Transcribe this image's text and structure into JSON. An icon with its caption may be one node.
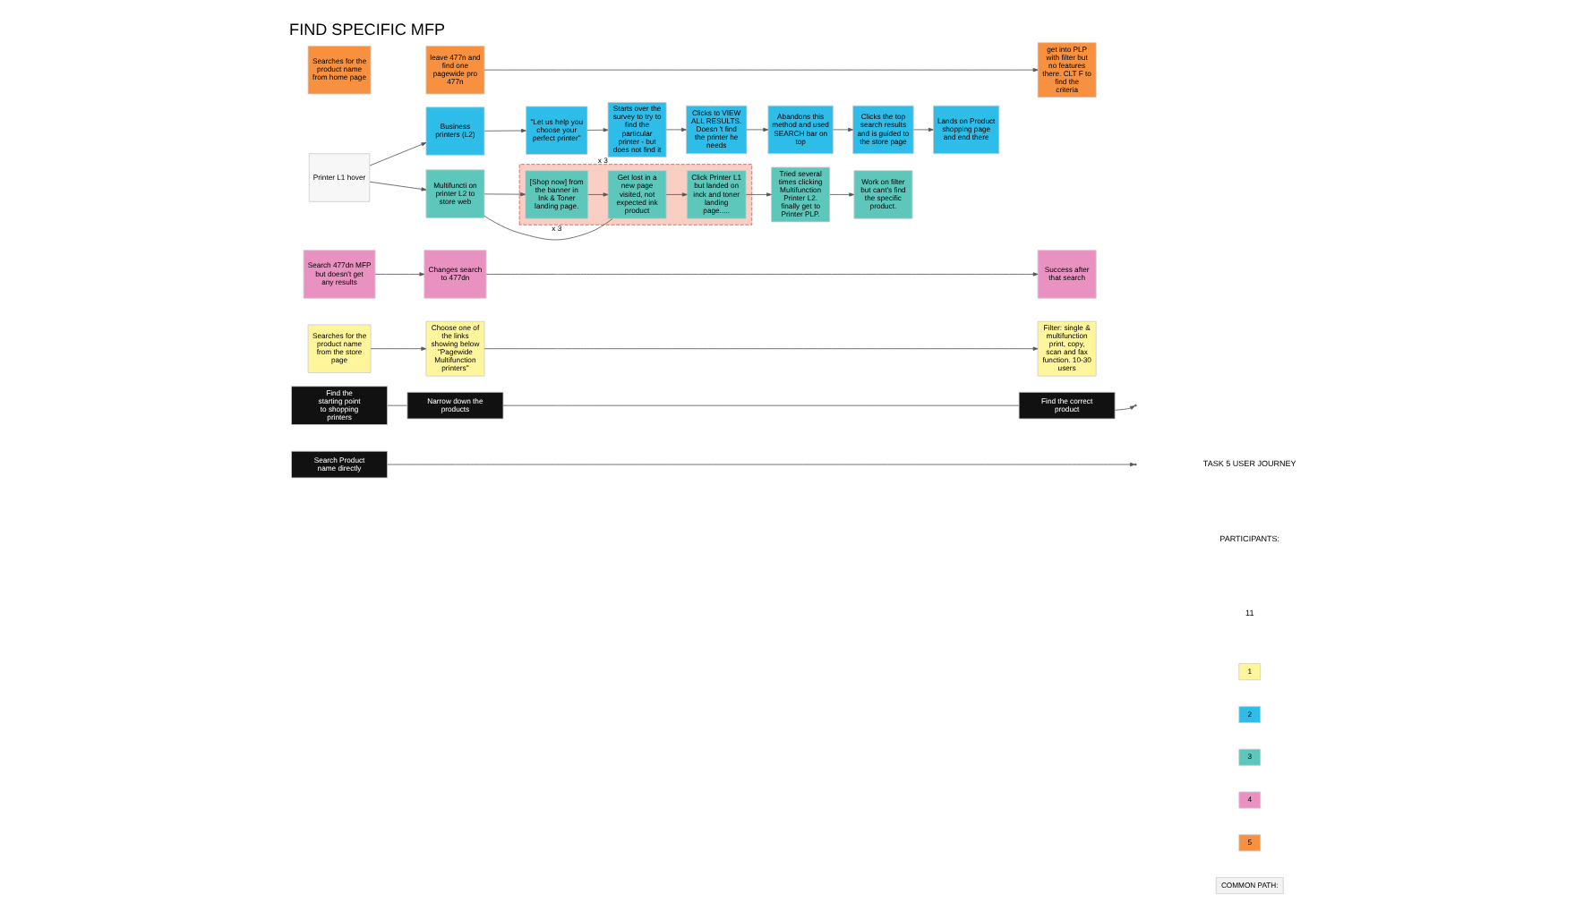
{
  "diagram": {
    "title": "FIND SPECIFIC MFP",
    "nodes": [
      {
        "text": [
          "Searches for the product name from home page"
        ]
      },
      {
        "text": [
          "leave 477n and find one pagewide pro 477n"
        ]
      },
      {
        "text": [
          "get into PLP with filter but no features there. CLT F to find the criteria"
        ]
      },
      {
        "text": [
          "Searches for the product name from the store page"
        ]
      },
      {
        "text": [
          "Choose one of the links showing below \"Pagewide Multifunction printers\""
        ]
      },
      {
        "text": [
          "Filter: single & multifunction print, copy, scan and fax function. 10-30 users"
        ]
      },
      {
        "text": [
          "Search 477dn MFP but doesn't get any results"
        ]
      },
      {
        "text": [
          "Changes search to 477dn"
        ]
      },
      {
        "text": [
          "Success after that search"
        ]
      },
      {
        "text": [
          "Search Product name directly"
        ]
      },
      {
        "text": [
          "Printer L1 hover"
        ]
      },
      {
        "text": [
          "Business printers (L2)"
        ]
      },
      {
        "text": [
          "\"Let us help you choose your perfect printer\""
        ]
      },
      {
        "text": [
          "Starts over the survey to try to find the particular printer - but does not find it"
        ],
        "beside": [
          "x 3"
        ]
      },
      {
        "text": [
          "Clicks to VIEW ALL RESULTS. Doesn 't find the printer he needs"
        ]
      },
      {
        "text": [
          "Abandons this method and used SEARCH bar on top"
        ]
      },
      {
        "text": [
          "Clicks the top search results and is guided to the store page"
        ]
      },
      {
        "text": [
          "Lands on Product shopping page and end there"
        ]
      },
      {
        "text": [
          "Multifuncti on printer L2 to store web"
        ]
      },
      {
        "text": [],
        "shape": "box"
      },
      {
        "text": [
          "[Shop now] from the banner in Ink & Toner landing page."
        ],
        "in": 19
      },
      {
        "text": [
          "Get lost in a new page visited, not expected ink product"
        ],
        "in": 19
      },
      {
        "text": [
          "Click Printer L1 but landed on inck and toner landing page....."
        ],
        "in": 19
      },
      {
        "text": [
          "Tried several times clicking Multifunction Printer L2. finally get to Printer PLP."
        ]
      },
      {
        "text": [
          "Work on filter but cant's find the specific product."
        ]
      },
      {
        "text": [
          "Find the starting point to shopping printers"
        ]
      },
      {
        "text": [
          "Narrow down the products"
        ]
      },
      {
        "text": [
          "Find the correct product"
        ]
      }
    ],
    "edges": [
      {
        "from": 1,
        "to": 2,
        "arrow": "to"
      },
      {
        "from": 3,
        "to": 4,
        "arrow": "to"
      },
      {
        "from": 4,
        "to": 5,
        "arrow": "to"
      },
      {
        "from": 6,
        "to": 7,
        "arrow": "to"
      },
      {
        "from": 7,
        "to": 8,
        "arrow": "to"
      },
      {
        "from": 9,
        "to": null,
        "arrow": "to"
      },
      {
        "from": 10,
        "to": 11,
        "arrow": "to"
      },
      {
        "from": 10,
        "to": 18,
        "arrow": "to"
      },
      {
        "from": 11,
        "to": 12,
        "arrow": "to"
      },
      {
        "from": 12,
        "to": 13,
        "arrow": "to"
      },
      {
        "from": 13,
        "to": 14,
        "arrow": "to"
      },
      {
        "from": 14,
        "to": 15,
        "arrow": "to"
      },
      {
        "from": 15,
        "to": 16,
        "arrow": "to"
      },
      {
        "from": 16,
        "to": 17,
        "arrow": "to"
      },
      {
        "from": 18,
        "to": 20,
        "arrow": "to"
      },
      {
        "from": 20,
        "to": 21,
        "arrow": "to"
      },
      {
        "from": 21,
        "to": 22,
        "arrow": "to"
      },
      {
        "from": 22,
        "to": 23,
        "arrow": "to"
      },
      {
        "from": 23,
        "to": 24,
        "arrow": "to"
      },
      {
        "from": 21,
        "to": 18,
        "arrow": "none",
        "label": "x 3"
      },
      {
        "from": 25,
        "to": 26,
        "arrow": "none"
      },
      {
        "from": 26,
        "to": 27,
        "arrow": "none"
      },
      {
        "from": 27,
        "to": null,
        "arrow": "to"
      }
    ],
    "labels": [
      "TASK 5 USER JOURNEY",
      "PARTICIPANTS:",
      "11"
    ],
    "legend": [
      {
        "text": "1",
        "color": "#fff59d"
      },
      {
        "text": "2",
        "color": "#2ebde8"
      },
      {
        "text": "3",
        "color": "#5ec7bb"
      },
      {
        "text": "4",
        "color": "#e992c2"
      },
      {
        "text": "5",
        "color": "#f7913f"
      },
      {
        "text": "COMMON PATH:",
        "color": "#f2f2f2"
      }
    ]
  }
}
